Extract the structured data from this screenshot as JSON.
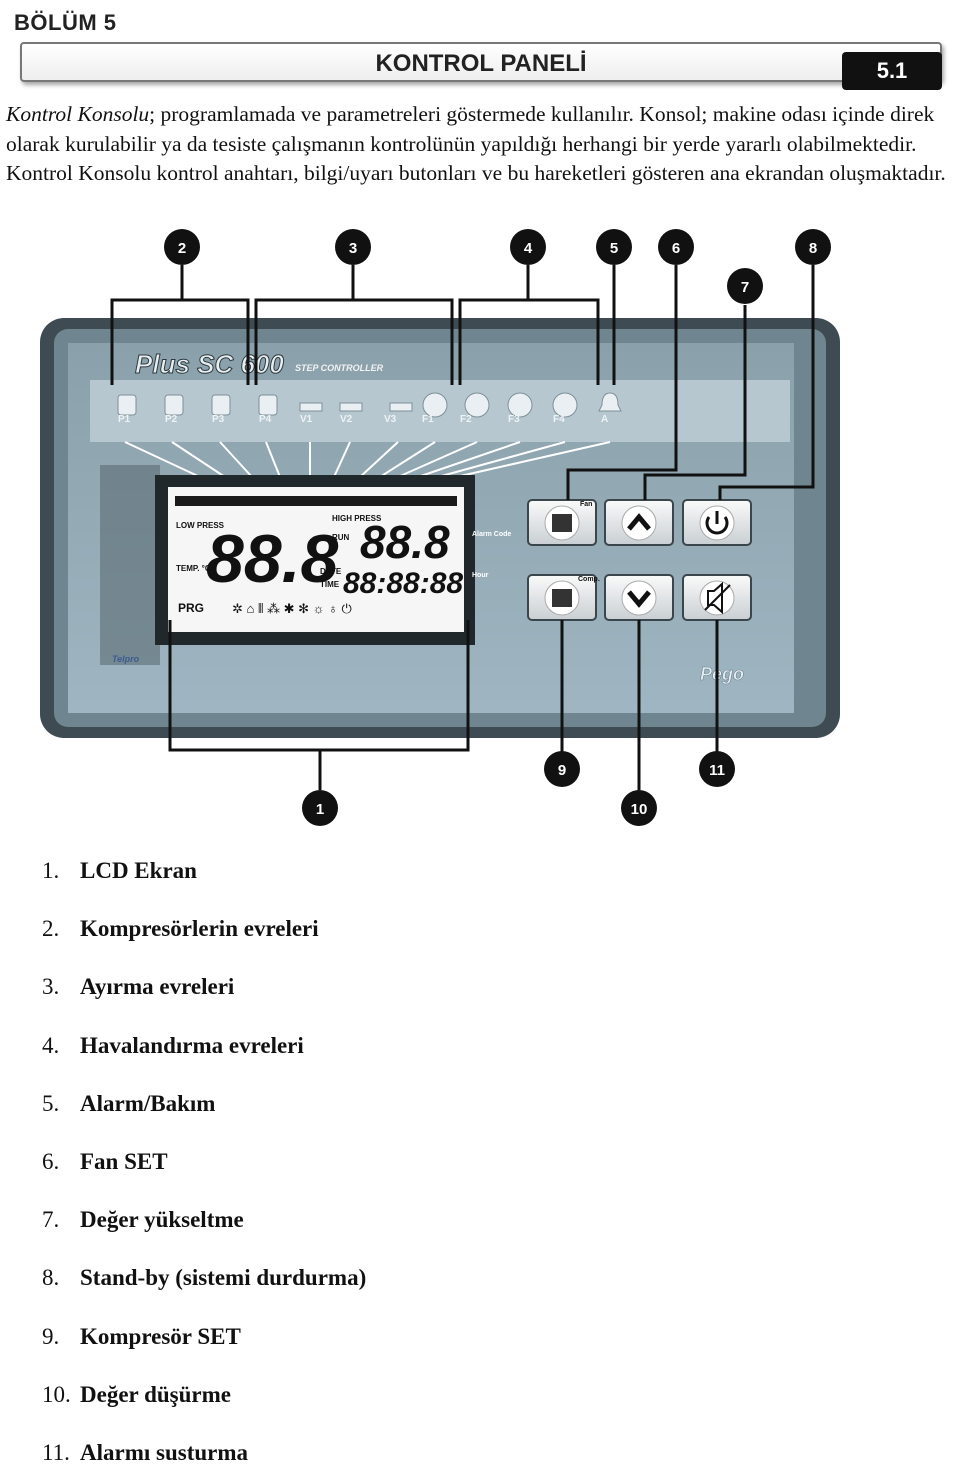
{
  "header": {
    "section": "BÖLÜM 5",
    "title": "KONTROL PANELİ",
    "number": "5.1"
  },
  "intro": {
    "lead": "Kontrol Konsolu",
    "rest": "; programlamada ve parametreleri göstermede kullanılır. Konsol; makine odası içinde direk olarak kurulabilir ya da tesiste çalışmanın kontrolünün yapıldığı herhangi bir yerde yararlı olabilmektedir. Kontrol Konsolu kontrol anahtarı, bilgi/uyarı butonları ve bu hareketleri gösteren ana ekrandan oluşmaktadır."
  },
  "panel": {
    "brand": "Plus SC 600",
    "subtitle": "STEP CONTROLLER",
    "maker": "Pego",
    "icon_labels": [
      "P1",
      "P2",
      "P3",
      "P4",
      "V1",
      "V2",
      "V3",
      "F1",
      "F2",
      "F3",
      "F4",
      "A"
    ],
    "lcd": {
      "low_press": "LOW PRESS",
      "temp": "TEMP. °C",
      "high_press": "HIGH PRESS",
      "run": "RUN",
      "date": "DATE",
      "time": "TIME",
      "big_digits": "88.8",
      "small_digits": "88.8",
      "clock": "88:88:88",
      "prg": "PRG",
      "alarm_code": "Alarm Code",
      "hour": "Hour"
    },
    "buttons": {
      "fan_set": "Fan",
      "comp_set": "Comp.",
      "up": "▲",
      "down": "▼",
      "standby": "⏻",
      "mute": "🔇"
    },
    "callouts": [
      "1",
      "2",
      "3",
      "4",
      "5",
      "6",
      "7",
      "8",
      "9",
      "10",
      "11"
    ]
  },
  "legend": [
    {
      "num": "1.",
      "label": "LCD Ekran"
    },
    {
      "num": "2.",
      "label": "Kompresörlerin evreleri"
    },
    {
      "num": "3.",
      "label": "Ayırma evreleri"
    },
    {
      "num": "4.",
      "label": "Havalandırma evreleri"
    },
    {
      "num": "5.",
      "label": "Alarm/Bakım"
    },
    {
      "num": "6.",
      "label": "Fan SET"
    },
    {
      "num": "7.",
      "label": "Değer yükseltme"
    },
    {
      "num": "8.",
      "label": "Stand-by (sistemi durdurma)"
    },
    {
      "num": "9.",
      "label": "Kompresör SET"
    },
    {
      "num": "10.",
      "label": "Değer düşürme"
    },
    {
      "num": "11.",
      "label": "Alarmı susturma"
    }
  ]
}
